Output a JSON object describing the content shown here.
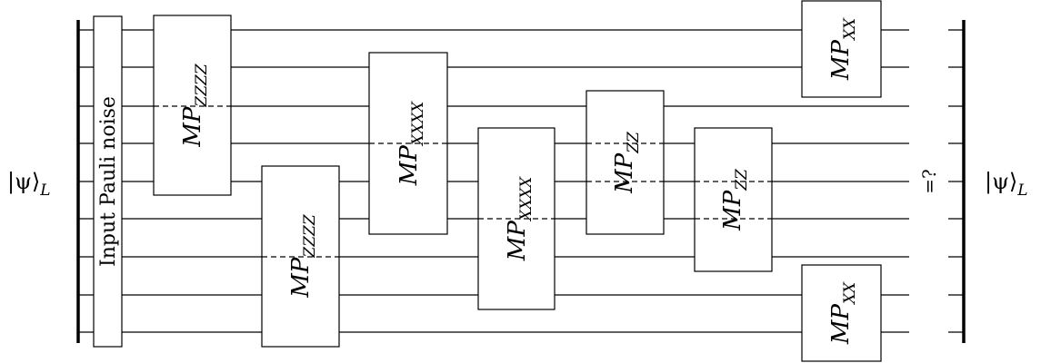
{
  "input_state": "|ψ⟩",
  "input_state_sub": "L",
  "output_state": "|ψ⟩",
  "output_state_sub": "L",
  "equality_label": "=?",
  "noise_label": "Input Pauli noise",
  "gates": [
    {
      "label": "MP",
      "sub": "ZZZZ"
    },
    {
      "label": "MP",
      "sub": "ZZZZ"
    },
    {
      "label": "MP",
      "sub": "XXXX"
    },
    {
      "label": "MP",
      "sub": "XXXX"
    },
    {
      "label": "MP",
      "sub": "ZZ"
    },
    {
      "label": "MP",
      "sub": "ZZ"
    },
    {
      "label": "MP",
      "sub": "XX"
    },
    {
      "label": "MP",
      "sub": "XX"
    }
  ]
}
